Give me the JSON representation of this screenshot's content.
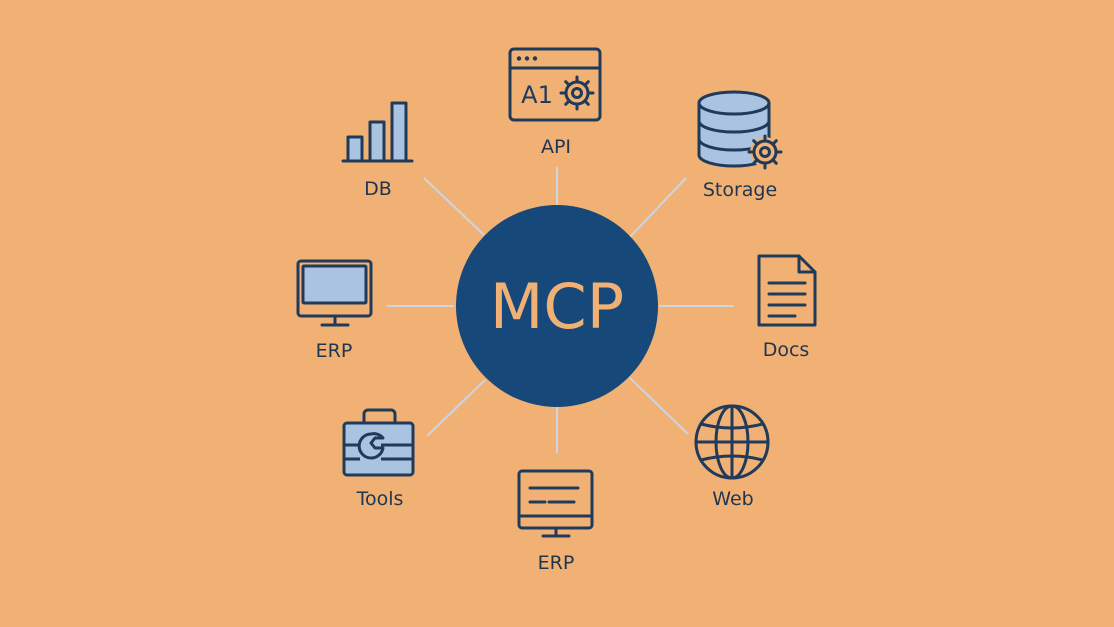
{
  "center": {
    "label": "MCP"
  },
  "nodes": {
    "api": {
      "label": "API",
      "icon": "browser-ai-gear-icon",
      "icon_text": "A1"
    },
    "storage": {
      "label": "Storage",
      "icon": "database-gear-icon"
    },
    "docs": {
      "label": "Docs",
      "icon": "document-icon"
    },
    "web": {
      "label": "Web",
      "icon": "globe-icon"
    },
    "erp_bottom": {
      "label": "ERP",
      "icon": "monitor-icon"
    },
    "tools": {
      "label": "Tools",
      "icon": "toolbox-icon"
    },
    "erp_left": {
      "label": "ERP",
      "icon": "monitor-icon"
    },
    "db": {
      "label": "DB",
      "icon": "bar-chart-icon"
    }
  },
  "colors": {
    "background": "#F1B174",
    "center": "#17487A",
    "icon_stroke": "#1F3A5A",
    "icon_fill": "#A9C3E0",
    "connector": "#C9D6E3"
  }
}
